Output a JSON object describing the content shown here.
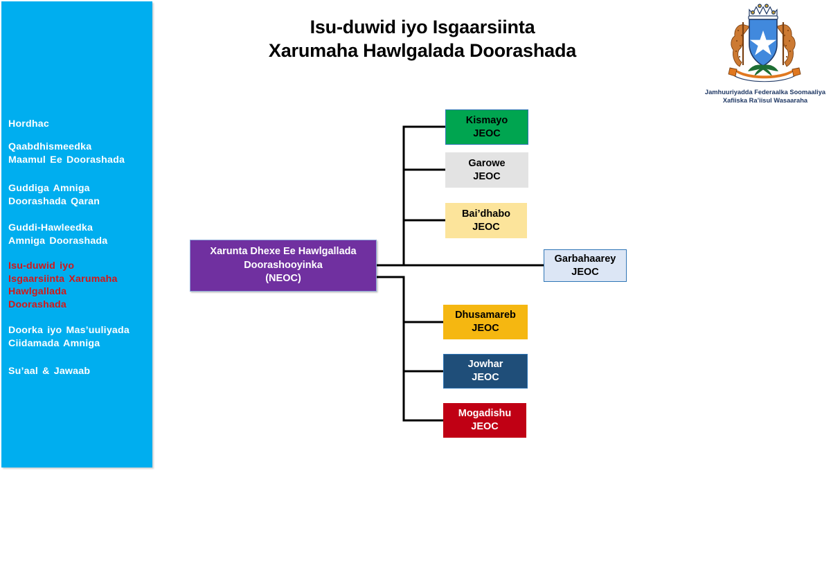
{
  "header": {
    "title_line1": "Isu-duwid iyo Isgaarsiinta",
    "title_line2": "Xarumaha Hawlgalada Doorashada"
  },
  "emblem": {
    "icon": "somalia-coat-of-arms-icon",
    "caption_line1": "Jamhuuriyadda Federaalka Soomaaliya",
    "caption_line2": "Xafiiska Ra’iisul Wasaaraha"
  },
  "sidebar": {
    "background_color": "#00AEEF",
    "active_color": "#D61616",
    "items": [
      {
        "label": "Hordhac",
        "active": false
      },
      {
        "label": "Qaabdhismeedka\nMaamul Ee Doorashada",
        "active": false
      },
      {
        "label": "Guddiga Amniga\nDoorashada Qaran",
        "active": false
      },
      {
        "label": "Guddi-Hawleedka\nAmniga Doorashada",
        "active": false
      },
      {
        "label": "Isu-duwid iyo\nIsgaarsiinta Xarumaha\nHawlgallada\nDoorashada",
        "active": true
      },
      {
        "label": "Doorka iyo Mas’uuliyada\nCiidamada Amniga",
        "active": false
      },
      {
        "label": "Su’aal & Jawaab",
        "active": false
      }
    ]
  },
  "chart_data": {
    "type": "diagram",
    "title": "Isu-duwid iyo Isgaarsiinta Xarumaha Hawlgalada Doorashada",
    "layout": "hierarchy-horizontal",
    "root": {
      "id": "neoc",
      "line1": "Xarunta Dhexe Ee Hawlgallada",
      "line2": "Doorashooyinka",
      "line3": "(NEOC)",
      "color": "#7030A0",
      "text_color": "#FFFFFF"
    },
    "children": [
      {
        "id": "kismayo",
        "line1": "Kismayo",
        "line2": "JEOC",
        "color": "#00A550",
        "text_color": "#000000",
        "group": "top"
      },
      {
        "id": "garowe",
        "line1": "Garowe",
        "line2": "JEOC",
        "color": "#E3E3E3",
        "text_color": "#000000",
        "group": "top"
      },
      {
        "id": "baidhabo",
        "line1": "Bai’dhabo",
        "line2": "JEOC",
        "color": "#FCE49B",
        "text_color": "#000000",
        "group": "top"
      },
      {
        "id": "garbahaarey",
        "line1": "Garbahaarey",
        "line2": "JEOC",
        "color": "#DCE6F5",
        "text_color": "#000000",
        "group": "middle"
      },
      {
        "id": "dhusamareb",
        "line1": "Dhusamareb",
        "line2": "JEOC",
        "color": "#F5B711",
        "text_color": "#000000",
        "group": "bottom"
      },
      {
        "id": "jowhar",
        "line1": "Jowhar",
        "line2": "JEOC",
        "color": "#1F4E79",
        "text_color": "#FFFFFF",
        "group": "bottom"
      },
      {
        "id": "mogadishu",
        "line1": "Mogadishu",
        "line2": "JEOC",
        "color": "#C00014",
        "text_color": "#FFFFFF",
        "group": "bottom"
      }
    ],
    "connector_color": "#000000",
    "legend": null,
    "annotations": []
  }
}
